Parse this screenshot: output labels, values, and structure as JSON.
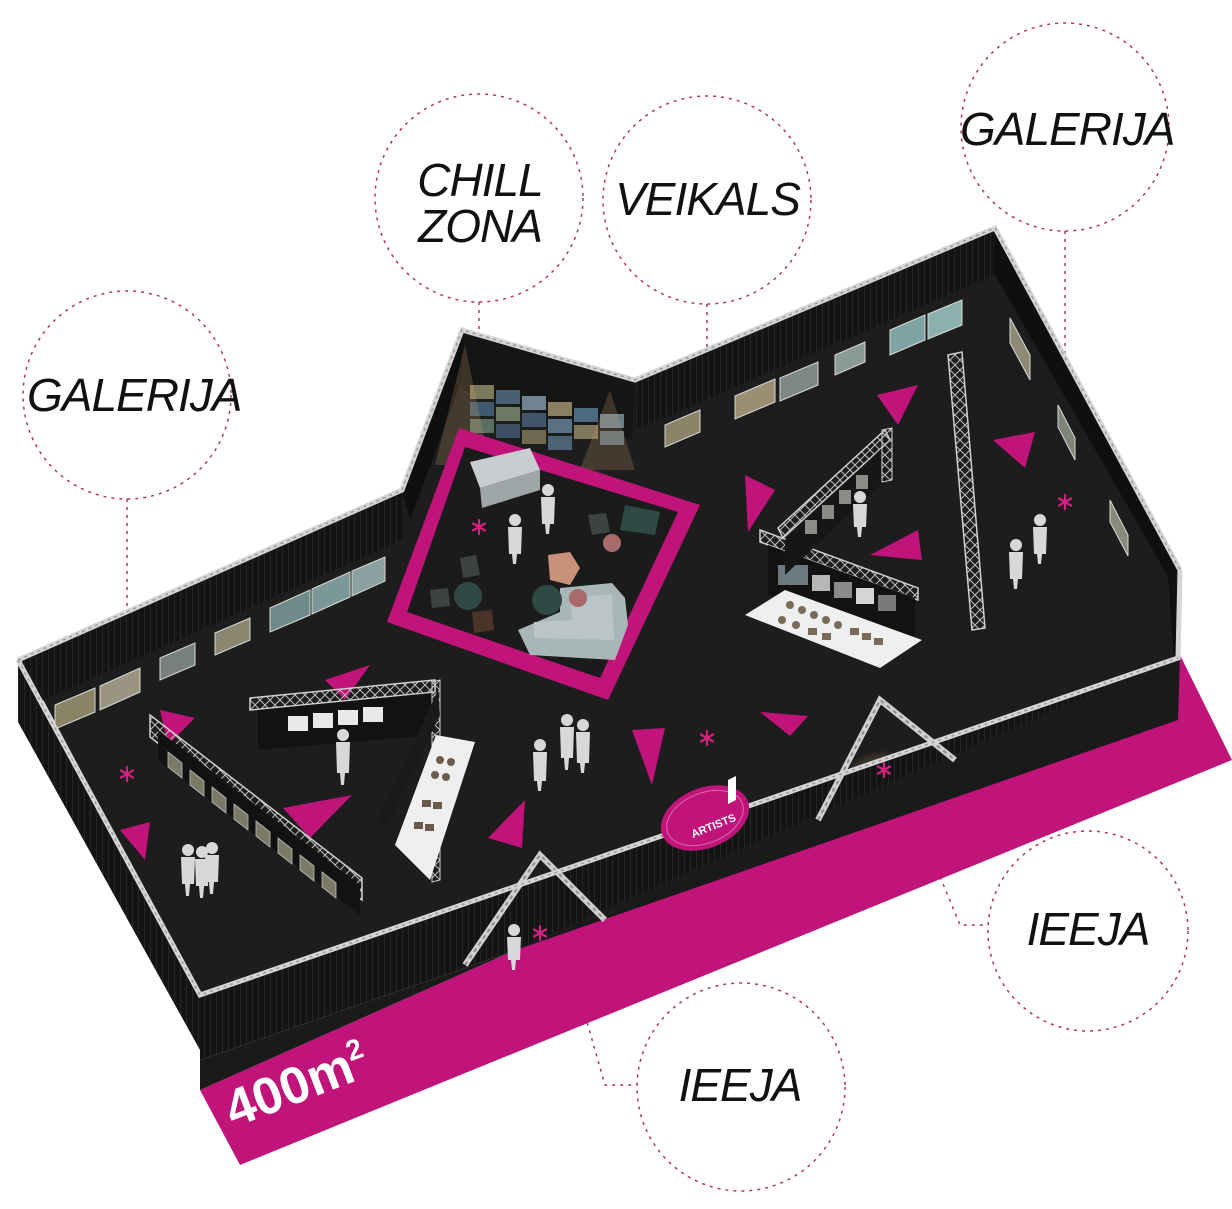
{
  "zones": {
    "galerija_left": "GALERIJA",
    "chill_zona_line1": "CHILL",
    "chill_zona_line2": "ZONA",
    "veikals": "VEIKALS",
    "galerija_right": "GALERIJA",
    "ieeja_right": "IEEJA",
    "ieeja_bottom": "IEEJA"
  },
  "area": {
    "value": "400m",
    "unit_sup": "2"
  },
  "logo": {
    "text": "ARTISTS"
  },
  "colors": {
    "accent": "#c0147a",
    "floor": "#1d1d1d",
    "wall": "#111111",
    "truss": "#cfcfcf",
    "sofa": "#a9b6b8",
    "chair": "#2f4a45",
    "dashed": "#b0336e"
  },
  "icons": {
    "marker": "asterisk-icon",
    "visitor": "person-silhouette-icon"
  }
}
